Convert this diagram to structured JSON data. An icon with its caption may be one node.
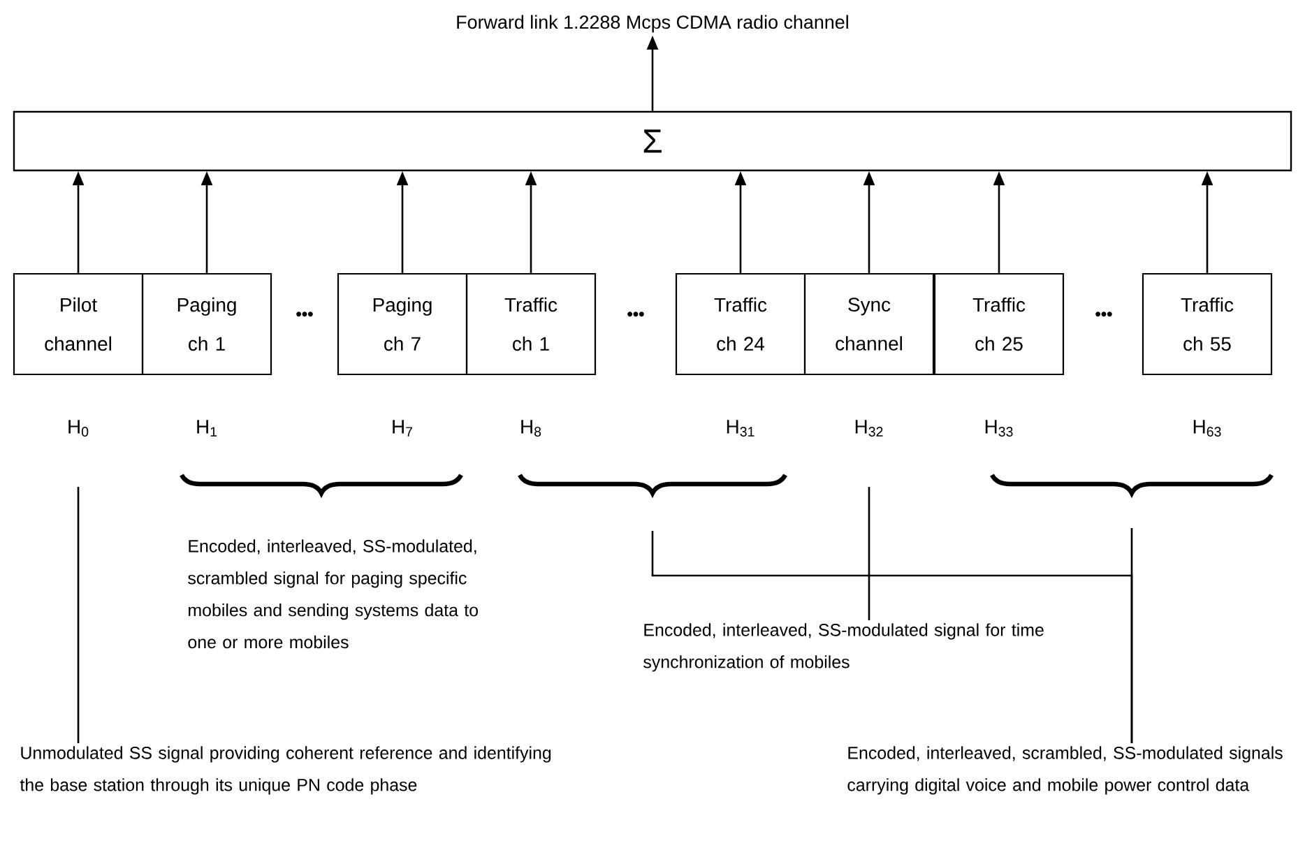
{
  "diagram": {
    "nodes": [
      {
        "text": [
          "Forward link 1.2288 Mcps CDMA radio channel"
        ]
      },
      {
        "text": [
          "Σ"
        ]
      },
      {
        "text": [
          "Pilot channel"
        ],
        "beside": [
          "H$_{0}$"
        ]
      },
      {
        "text": [
          "Paging ch 1"
        ],
        "beside": [
          "H$_{1}$"
        ]
      },
      {
        "text": [
          "Paging ch 7"
        ],
        "beside": [
          "H$_{7}$"
        ]
      },
      {
        "text": [
          "Traffic ch 1"
        ],
        "beside": [
          "H$_{8}$"
        ]
      },
      {
        "text": [
          "Traffic ch 24"
        ],
        "beside": [
          "H$_{31}$"
        ]
      },
      {
        "text": [
          "Sync channel"
        ],
        "beside": [
          "H$_{32}$"
        ]
      },
      {
        "text": [
          "Traffic ch 25"
        ],
        "beside": [
          "H$_{33}$"
        ]
      },
      {
        "text": [
          "Traffic ch 55"
        ],
        "beside": [
          "H$_{63}$"
        ]
      },
      {
        "text": [
          "Unmodulated SS signal providing coherent reference and identifying the base station through its unique PN code phase"
        ]
      },
      {
        "text": [
          "Encoded, interleaved, SS-modulated signal for time synchronization of mobiles"
        ]
      },
      {
        "text": [
          "Encoded, interleaved, scrambled, SS-modulated signals carrying digital voice and mobile power control data"
        ]
      }
    ],
    "edges": [
      {
        "from": 2,
        "to": 1,
        "arrow": "to"
      },
      {
        "from": 3,
        "to": 1,
        "arrow": "to"
      },
      {
        "from": 4,
        "to": 1,
        "arrow": "to"
      },
      {
        "from": 5,
        "to": 1,
        "arrow": "to"
      },
      {
        "from": 6,
        "to": 1,
        "arrow": "to"
      },
      {
        "from": 7,
        "to": 1,
        "arrow": "to"
      },
      {
        "from": 8,
        "to": 1,
        "arrow": "to"
      },
      {
        "from": 9,
        "to": 1,
        "arrow": "to"
      },
      {
        "from": 1,
        "to": 0,
        "arrow": "to"
      },
      {
        "from": 10,
        "to": 2,
        "arrow": "none"
      },
      {
        "from": 11,
        "to": 7,
        "arrow": "none"
      },
      {
        "from": 12,
        "to": null,
        "arrow": "none"
      },
      {
        "from": 12,
        "to": null,
        "arrow": "none"
      }
    ],
    "labels": [
      "•••",
      "•••",
      "•••",
      "Encoded, interleaved, SS-modulated, scrambled signal for paging specific mobiles and sending systems data to one or more mobiles"
    ]
  }
}
